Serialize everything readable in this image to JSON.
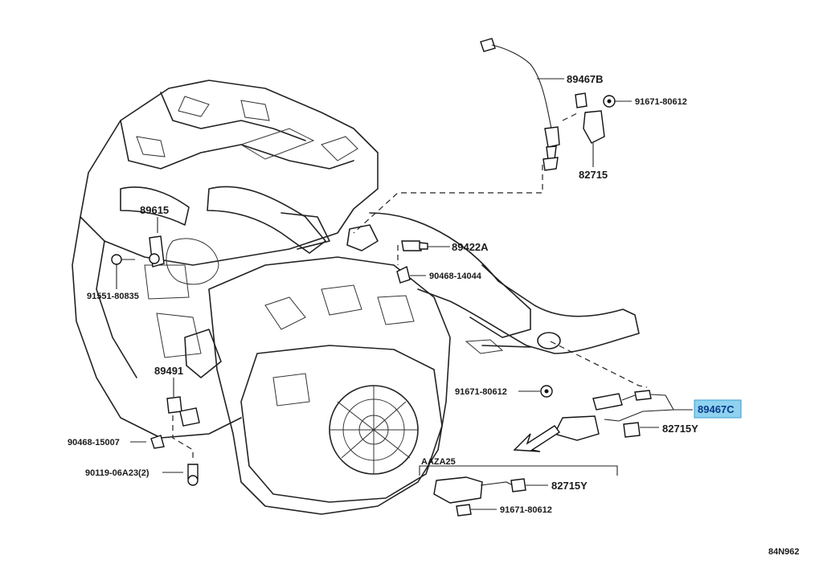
{
  "parts": {
    "p89467B": "89467B",
    "p91671_top": "91671-80612",
    "p82715": "82715",
    "p89615": "89615",
    "p89422A": "89422A",
    "p90468_14044": "90468-14044",
    "p91551": "91551-80835",
    "p89491": "89491",
    "p91671_mid": "91671-80612",
    "p89467C": "89467C",
    "p82715Y_a": "82715Y",
    "p90468_15007": "90468-15007",
    "p90119": "90119-06A23(2)",
    "p82715Y_b": "82715Y",
    "p91671_bot": "91671-80612"
  },
  "group_label": "AAZA25",
  "diagram_code": "84N962",
  "colors": {
    "highlight": "#8fd2ef",
    "line": "#222222"
  }
}
